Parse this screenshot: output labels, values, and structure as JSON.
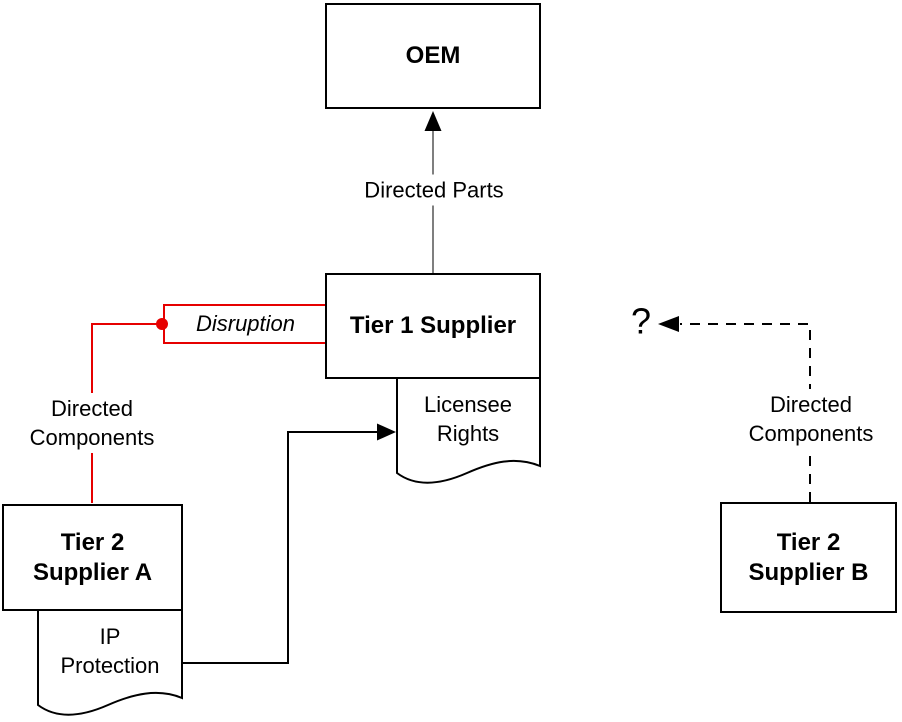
{
  "diagram": {
    "nodes": {
      "oem": {
        "label": "OEM"
      },
      "tier1": {
        "label": "Tier 1 Supplier"
      },
      "tier2a": {
        "label": "Tier 2\nSupplier A"
      },
      "tier2b": {
        "label": "Tier 2\nSupplier B"
      },
      "disruption": {
        "label": "Disruption"
      }
    },
    "documents": {
      "licensee_rights": {
        "label": "Licensee\nRights"
      },
      "ip_protection": {
        "label": "IP\nProtection"
      }
    },
    "edge_labels": {
      "directed_parts": "Directed Parts",
      "directed_components_left": "Directed\nComponents",
      "directed_components_right": "Directed\nComponents",
      "unknown_recipient": "?"
    },
    "colors": {
      "disruption_red": "#e60000",
      "line_black": "#000000",
      "arrow_gray": "#555555",
      "background": "#ffffff"
    }
  }
}
